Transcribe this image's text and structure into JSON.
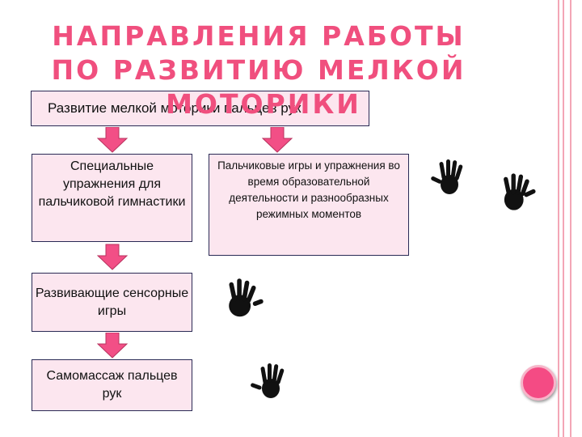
{
  "title": {
    "line1": "НАПРАВЛЕНИЯ  РАБОТЫ",
    "line2": "ПО  РАЗВИТИЮ  МЕЛКОЙ",
    "line3": "МОТОРИКИ"
  },
  "diagram": {
    "root": "Развитие мелкой моторики пальцев рук",
    "special": "Специальные упражнения для пальчиковой гимнастики",
    "finger_games": "Пальчиковые игры и упражнения во время образовательной деятельности и разнообразных режимных моментов",
    "sensory": "Развивающие сенсорные игры",
    "massage": "Самомассаж пальцев рук"
  },
  "colors": {
    "title": "#f04f7e",
    "box_fill": "#fce6ef",
    "arrow": "#f24f86",
    "accent_circle": "#f44b84"
  },
  "icons": [
    "hand-print-icon",
    "hand-print-icon",
    "hand-print-icon",
    "hand-print-icon"
  ]
}
